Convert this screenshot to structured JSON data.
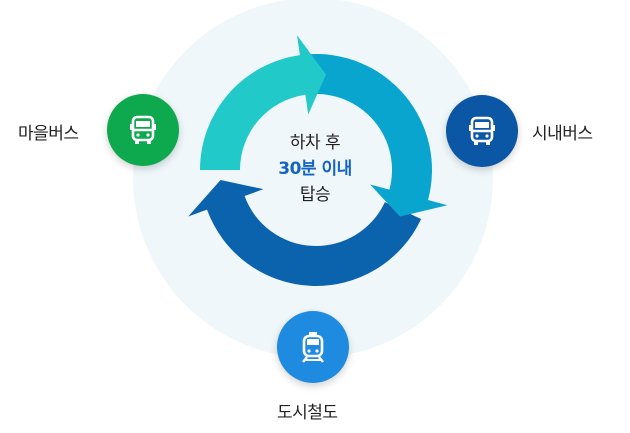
{
  "center": {
    "line1": "하차 후",
    "line2": "30분 이내",
    "line3": "탑승"
  },
  "nodes": [
    {
      "id": "village-bus",
      "label": "마을버스",
      "icon": "bus-icon",
      "color": "#0ea84f"
    },
    {
      "id": "city-bus",
      "label": "시내버스",
      "icon": "bus-icon",
      "color": "#0b57a5"
    },
    {
      "id": "urban-rail",
      "label": "도시철도",
      "icon": "train-icon",
      "color": "#1f8be0"
    }
  ],
  "colors": {
    "highlight": "#1565c0",
    "halo": "#eff7fb",
    "arrow_light": "#22c9c9",
    "arrow_mid": "#0aa5cf",
    "arrow_dark": "#0c63ad"
  }
}
